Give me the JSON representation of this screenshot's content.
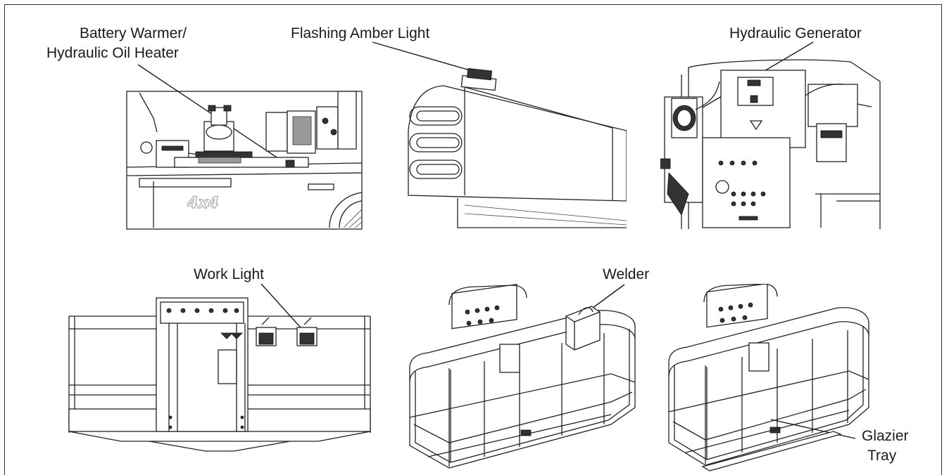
{
  "labels": {
    "battery_warmer_line1": "Battery Warmer/",
    "battery_warmer_line2": "Hydraulic Oil Heater",
    "flashing_amber_light": "Flashing Amber Light",
    "hydraulic_generator": "Hydraulic Generator",
    "work_light": "Work Light",
    "welder": "Welder",
    "glazier_line1": "Glazier",
    "glazier_line2": "Tray"
  },
  "decal_text": "4x4",
  "colors": {
    "line": "#222222",
    "background": "#ffffff",
    "frame": "#333333"
  }
}
